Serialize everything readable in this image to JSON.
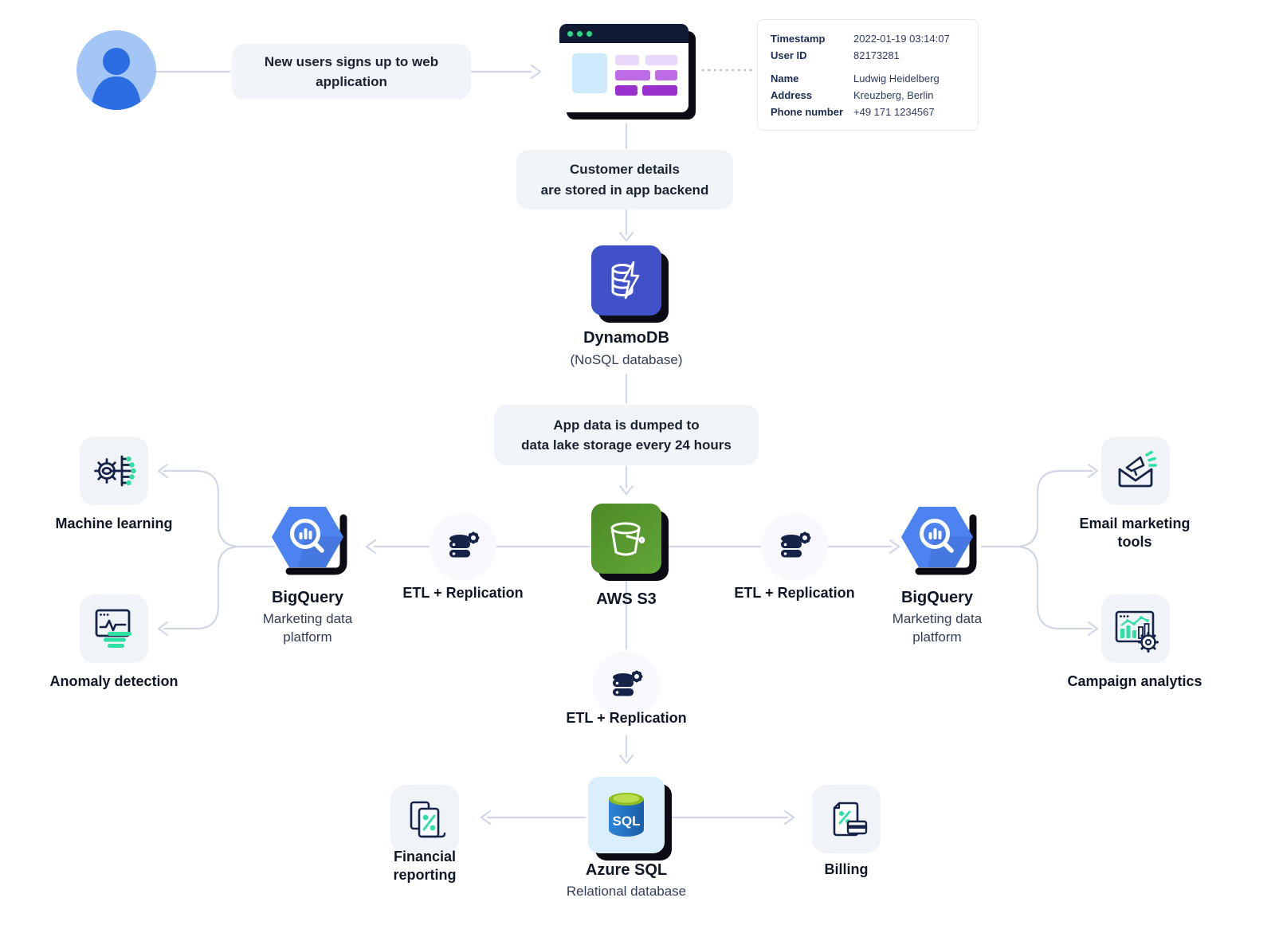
{
  "colors": {
    "accent_navy": "#162349",
    "accent_green": "#2ee0a1",
    "avatar_blue": "#2d6de3",
    "dynamodb_blue": "#4152c9",
    "s3_green": "#55942e",
    "bigquery_blue": "#4c83f0",
    "azure_cylinder_blue": "#1e6bb8",
    "azure_lid_green": "#9cc927",
    "browser_purple_dark": "#9a30ce",
    "note_background": "#f1f5fa",
    "connector_gray": "#d2d7e6"
  },
  "icons": [
    "user-avatar-icon",
    "browser-window-icon",
    "dynamodb-database-bolt-icon",
    "aws-s3-bucket-icon",
    "etl-database-gear-icon",
    "bigquery-magnifier-hexagon-icon",
    "machine-learning-gear-icon",
    "anomaly-detection-monitor-icon",
    "email-marketing-envelope-icon",
    "campaign-analytics-chart-icon",
    "azure-sql-cylinder-icon",
    "financial-reporting-receipt-icon",
    "billing-invoice-icon"
  ],
  "top_flow": {
    "signup_note": "New users signs up to web application",
    "user_card": {
      "rows": [
        {
          "label": "Timestamp",
          "value": "2022-01-19 03:14:07"
        },
        {
          "label": "User ID",
          "value": "82173281"
        },
        {
          "label": "Name",
          "value": "Ludwig Heidelberg"
        },
        {
          "label": "Address",
          "value": "Kreuzberg, Berlin"
        },
        {
          "label": "Phone number",
          "value": "+49 171 1234567"
        }
      ]
    }
  },
  "main_flow": {
    "customer_note_line1": "Customer details",
    "customer_note_line2": "are stored in app backend",
    "dynamodb_title": "DynamoDB",
    "dynamodb_subtitle": "(NoSQL database)",
    "appdata_note_line1": "App data is dumped to",
    "appdata_note_line2": "data lake storage every 24 hours",
    "s3_title": "AWS S3"
  },
  "left_branch": {
    "etl_label": "ETL + Replication",
    "bigquery_title": "BigQuery",
    "bigquery_subtitle": "Marketing data platform",
    "machine_learning_label": "Machine learning",
    "anomaly_detection_label": "Anomaly detection"
  },
  "right_branch": {
    "etl_label": "ETL + Replication",
    "bigquery_title": "BigQuery",
    "bigquery_subtitle": "Marketing data platform",
    "email_marketing_label": "Email marketing tools",
    "campaign_analytics_label": "Campaign analytics"
  },
  "bottom_branch": {
    "etl_label": "ETL + Replication",
    "azure_title": "Azure SQL",
    "azure_subtitle": "Relational database",
    "financial_reporting_label": "Financial reporting",
    "billing_label": "Billing"
  }
}
